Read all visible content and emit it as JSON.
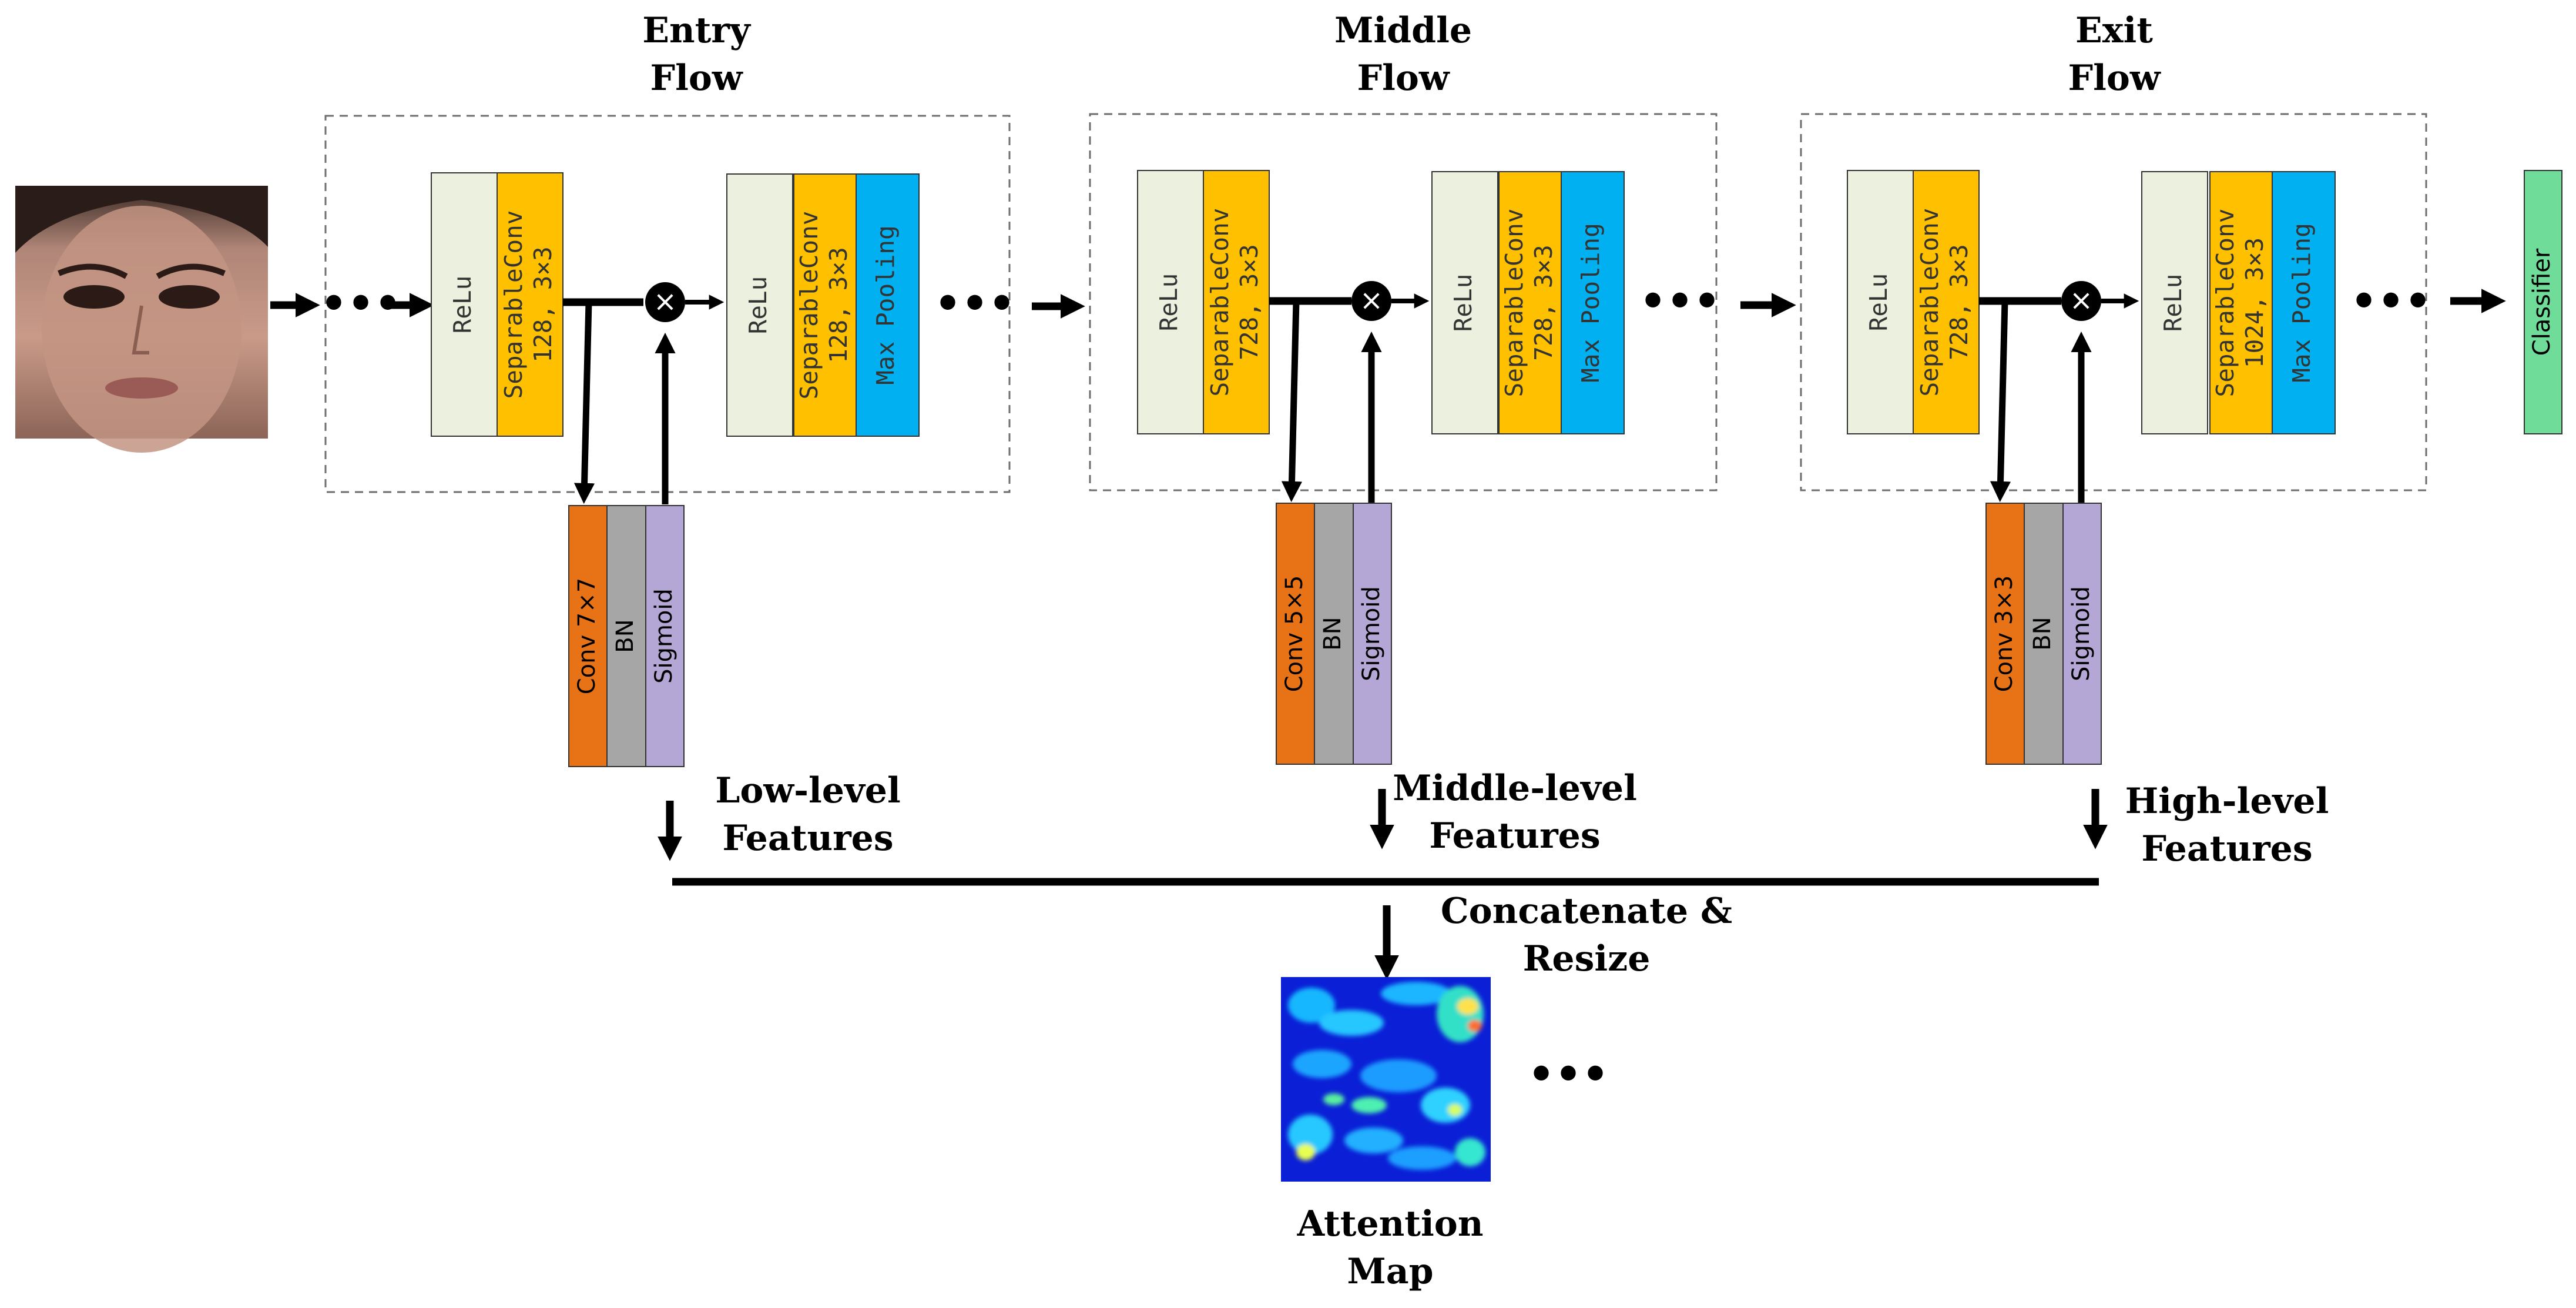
{
  "flows": [
    {
      "title": [
        "Entry",
        "Flow"
      ]
    },
    {
      "title": [
        "Middle",
        "Flow"
      ]
    },
    {
      "title": [
        "Exit",
        "Flow"
      ]
    }
  ],
  "blocks": {
    "relu": "ReLu",
    "max_pool": "Max Pooling",
    "sepconv_entry": [
      "SeparableConv",
      "128, 3×3"
    ],
    "sepconv_middle": [
      "SeparableConv",
      "728, 3×3"
    ],
    "sepconv_exit": [
      "SeparableConv",
      "1024, 3×3"
    ],
    "classifier": "Classifier"
  },
  "attention_modules": [
    {
      "conv": "Conv 7×7",
      "bn": "BN",
      "act": "Sigmoid"
    },
    {
      "conv": "Conv 5×5",
      "bn": "BN",
      "act": "Sigmoid"
    },
    {
      "conv": "Conv 3×3",
      "bn": "BN",
      "act": "Sigmoid"
    }
  ],
  "features": [
    [
      "Low-level",
      "Features"
    ],
    [
      "Middle-level",
      "Features"
    ],
    [
      "High-level",
      "Features"
    ]
  ],
  "concat_label": [
    "Concatenate &",
    "Resize"
  ],
  "attention_map_label": [
    "Attention",
    "Map"
  ],
  "ellipsis": "•••",
  "multiply_symbol": "×",
  "colors": {
    "relu": "#EBF1DE",
    "sepconv": "#FFC000",
    "maxpool": "#00B0F0",
    "conv": "#E87216",
    "bn": "#A6A6A6",
    "sigmoid": "#B4A7D6",
    "classifier": "#6FDC9A",
    "dashed_border": "#6e6e6e"
  }
}
